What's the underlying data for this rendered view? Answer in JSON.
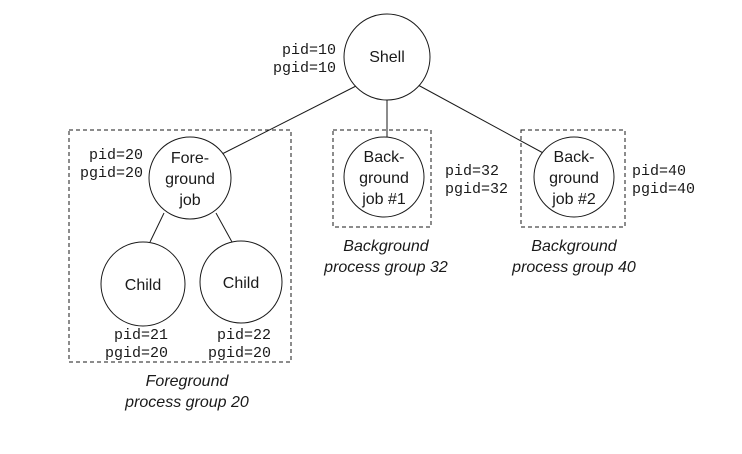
{
  "nodes": {
    "shell": {
      "label": "Shell",
      "pid": "pid=10",
      "pgid": "pgid=10"
    },
    "foreground_job": {
      "label": [
        "Fore-",
        "ground",
        "job"
      ],
      "pid": "pid=20",
      "pgid": "pgid=20"
    },
    "child_1": {
      "label": "Child",
      "pid": "pid=21",
      "pgid": "pgid=20"
    },
    "child_2": {
      "label": "Child",
      "pid": "pid=22",
      "pgid": "pgid=20"
    },
    "background_job_1": {
      "label": [
        "Back-",
        "ground",
        "job #1"
      ],
      "pid": "pid=32",
      "pgid": "pgid=32"
    },
    "background_job_2": {
      "label": [
        "Back-",
        "ground",
        "job #2"
      ],
      "pid": "pid=40",
      "pgid": "pgid=40"
    }
  },
  "groups": {
    "foreground": [
      "Foreground",
      "process group 20"
    ],
    "background_32": [
      "Background",
      "process group 32"
    ],
    "background_40": [
      "Background",
      "process group 40"
    ]
  }
}
